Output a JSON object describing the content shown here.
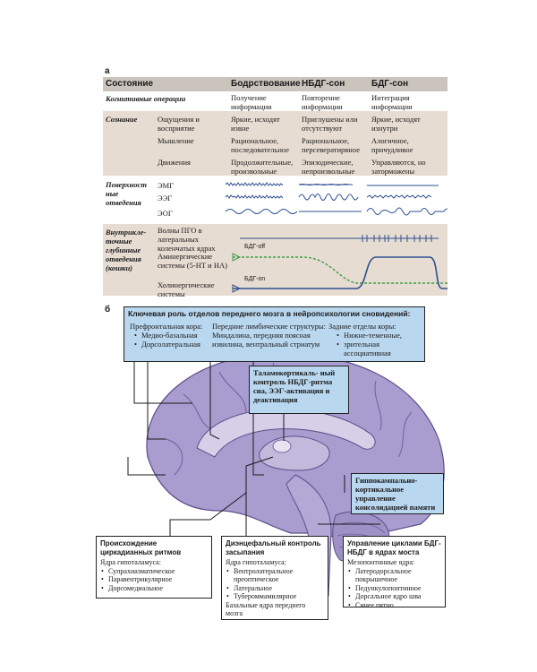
{
  "panel_a": {
    "label": "а",
    "header": {
      "col0": "Состояние",
      "col1": "Бодрствование",
      "col2": "НБДГ-сон",
      "col3": "БДГ-сон"
    },
    "cognitive": {
      "label": "Когнитивные операции",
      "awake": "Получение информации",
      "nrem": "Повторение информации",
      "rem": "Интеграция информации"
    },
    "consciousness": {
      "label": "Сознание",
      "rows": [
        {
          "aspect": "Ощущения и восприятие",
          "awake": "Яркие, исходят извне",
          "nrem": "Приглушены или отсутствуют",
          "rem": "Яркие, исходят изнутри"
        },
        {
          "aspect": "Мышление",
          "awake": "Рациональное, последовательное",
          "nrem": "Рациональное, персевератирвное",
          "rem": "Алогичное, причудливое"
        },
        {
          "aspect": "Движения",
          "awake": "Продолжительные, произвольные",
          "nrem": "Эпизодические, непроизвольные",
          "rem": "Управляются, но заторможены"
        }
      ]
    },
    "surface": {
      "label": "Поверхност ные отведения",
      "emg": "ЭМГ",
      "eeg": "ЭЭГ",
      "eog": "ЭОГ"
    },
    "deep": {
      "label": "Внутрикле- точные глубинные отведения (кошки)",
      "pgo": "Волны ПГО в латеральных коленчатых ядрах",
      "aminergic": "Аминергические системы (5-НТ и НА)",
      "cholinergic": "Холинергические системы",
      "rem_off": "БДГ-off",
      "rem_on": "БДГ-on"
    }
  },
  "panel_b": {
    "label": "б",
    "title": "Ключевая роль отделов переднего мозга в нейропсихологии сновидений:",
    "prefrontal": {
      "title": "Префронтальная кора:",
      "items": [
        "Медио-базальная",
        "Дорсолатеральная"
      ]
    },
    "limbic": {
      "title": "Передние лимбические структуры:",
      "text": "Миндалина, передняя поясная извилина, вентральный стриатум"
    },
    "posterior": {
      "title": "Задние отделы коры:",
      "items": [
        "Нижне-теменные,",
        "зрительная ассоциативная"
      ]
    },
    "thalamo": "Таламокортикаль- ный контроль НБДГ-ритма сна, ЭЭГ-активация и деактивация",
    "hippo": "Гиппокампально- кортикальное управление консолидацией памяти",
    "circadian": {
      "title": "Происхождение циркадианных ритмов",
      "subtitle": "Ядра гипоталамуса:",
      "items": [
        "Супрахиазматическое",
        "Паравентрикулярное",
        "Дорсомедиальное"
      ]
    },
    "diencephalic": {
      "title": "Диэнцефальный контроль засыпания",
      "subtitle": "Ядра гипоталамуса:",
      "items": [
        "Вентролатеральное преоптическое",
        "Латеральное",
        "Тубероммамилярное"
      ],
      "footer": "Базальные ядра переднего мозга"
    },
    "pons": {
      "title": "Управление циклами БДГ-НБДГ в ядрах моста",
      "subtitle": "Мезопонтинные ядра:",
      "items": [
        "Латеродорсальное покрышечное",
        "Педункулопонтинное",
        "Дорсальное ядро шва",
        "Синее пятно"
      ]
    }
  },
  "colors": {
    "header_band": "#cbc4bd",
    "row_band": "#e7dcd2",
    "brain": "#a99ccf",
    "brain_dark": "#7e70ae",
    "blue_box": "#b9d7ef",
    "trace": "#2e4f8f",
    "green_dash": "#3aa04a"
  }
}
